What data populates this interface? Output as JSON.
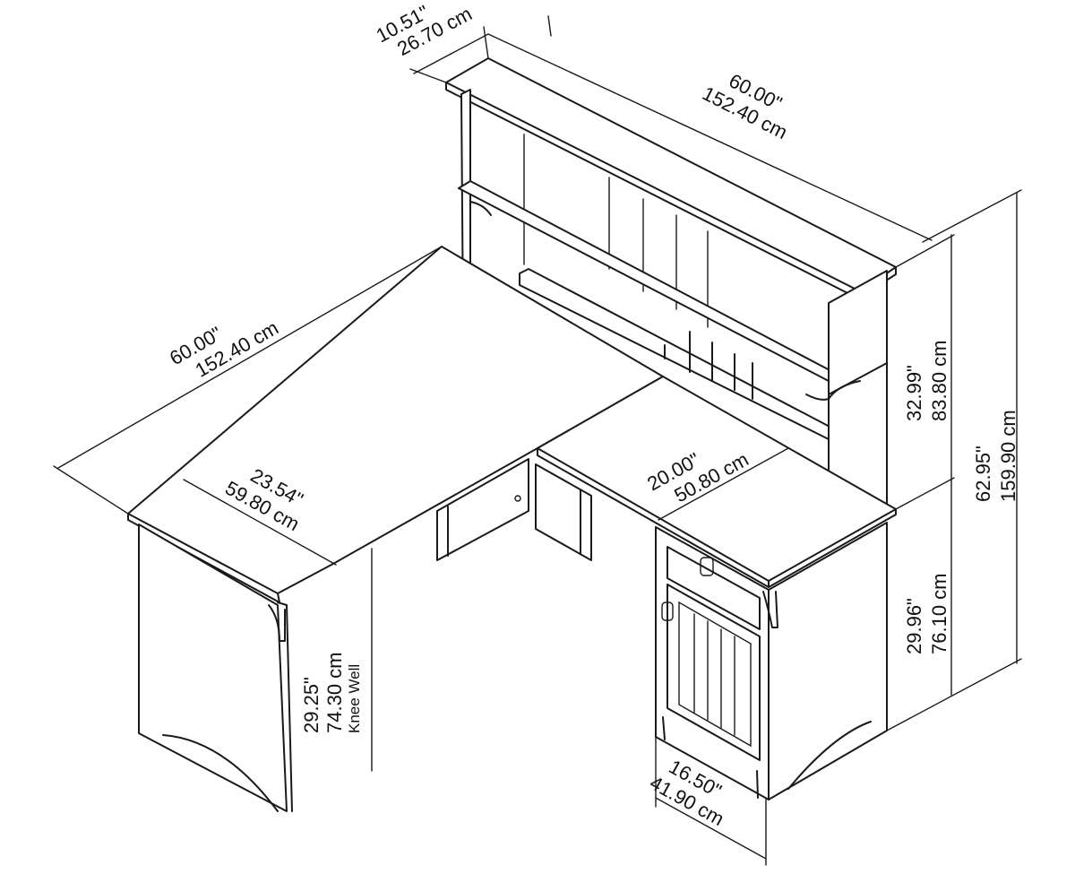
{
  "dimensions": {
    "hutch_depth": {
      "inches": "10.51\"",
      "cm": "26.70 cm"
    },
    "hutch_width": {
      "inches": "60.00\"",
      "cm": "152.40 cm"
    },
    "desk_width": {
      "inches": "60.00\"",
      "cm": "152.40 cm"
    },
    "desk_depth": {
      "inches": "23.54\"",
      "cm": "59.80 cm"
    },
    "return_width": {
      "inches": "20.00\"",
      "cm": "50.80 cm"
    },
    "hutch_height": {
      "inches": "32.99\"",
      "cm": "83.80 cm"
    },
    "total_height": {
      "inches": "62.95\"",
      "cm": "159.90 cm"
    },
    "desk_height": {
      "inches": "29.96\"",
      "cm": "76.10 cm"
    },
    "knee_well": {
      "inches": "29.25\"",
      "cm": "74.30 cm",
      "label": "Knee Well"
    },
    "pedestal_depth": {
      "inches": "16.50\"",
      "cm": "41.90 cm"
    }
  }
}
